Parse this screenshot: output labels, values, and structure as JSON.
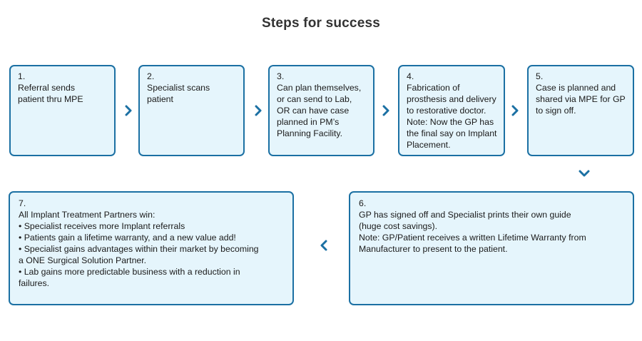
{
  "title": "Steps for success",
  "steps": [
    {
      "num": "1.",
      "lines": [
        "Referral sends",
        "patient thru MPE"
      ]
    },
    {
      "num": "2.",
      "lines": [
        "Specialist scans",
        "patient"
      ]
    },
    {
      "num": "3.",
      "lines": [
        "Can plan themselves,",
        "or can send to Lab,",
        "OR  can have case",
        "planned in PM’s",
        "Planning Facility."
      ]
    },
    {
      "num": "4.",
      "lines": [
        "Fabrication of",
        "prosthesis and delivery",
        "to restorative doctor.",
        "Note: Now the GP has",
        "the final say on Implant",
        "Placement."
      ]
    },
    {
      "num": "5.",
      "lines": [
        "Case is planned and",
        "shared via MPE for GP",
        "to sign off."
      ]
    },
    {
      "num": "6.",
      "lines": [
        "GP has signed off and Specialist prints their  own guide",
        "(huge cost savings).",
        "Note: GP/Patient receives a written Lifetime Warranty from",
        "Manufacturer to present to the patient."
      ]
    },
    {
      "num": "7.",
      "lines": [
        "All Implant Treatment Partners win:",
        "• Specialist receives more Implant referrals",
        "• Patients gain a lifetime warranty, and a new value add!",
        "• Specialist gains advantages within their market by becoming",
        "a ONE Surgical Solution Partner.",
        "• Lab gains more predictable business with a reduction in",
        "failures."
      ]
    }
  ],
  "colors": {
    "box_fill": "#e5f5fc",
    "box_border": "#1b70a3",
    "arrow": "#1b70a3"
  },
  "icons": [
    "chevron-right-icon",
    "chevron-down-icon",
    "chevron-left-icon"
  ]
}
